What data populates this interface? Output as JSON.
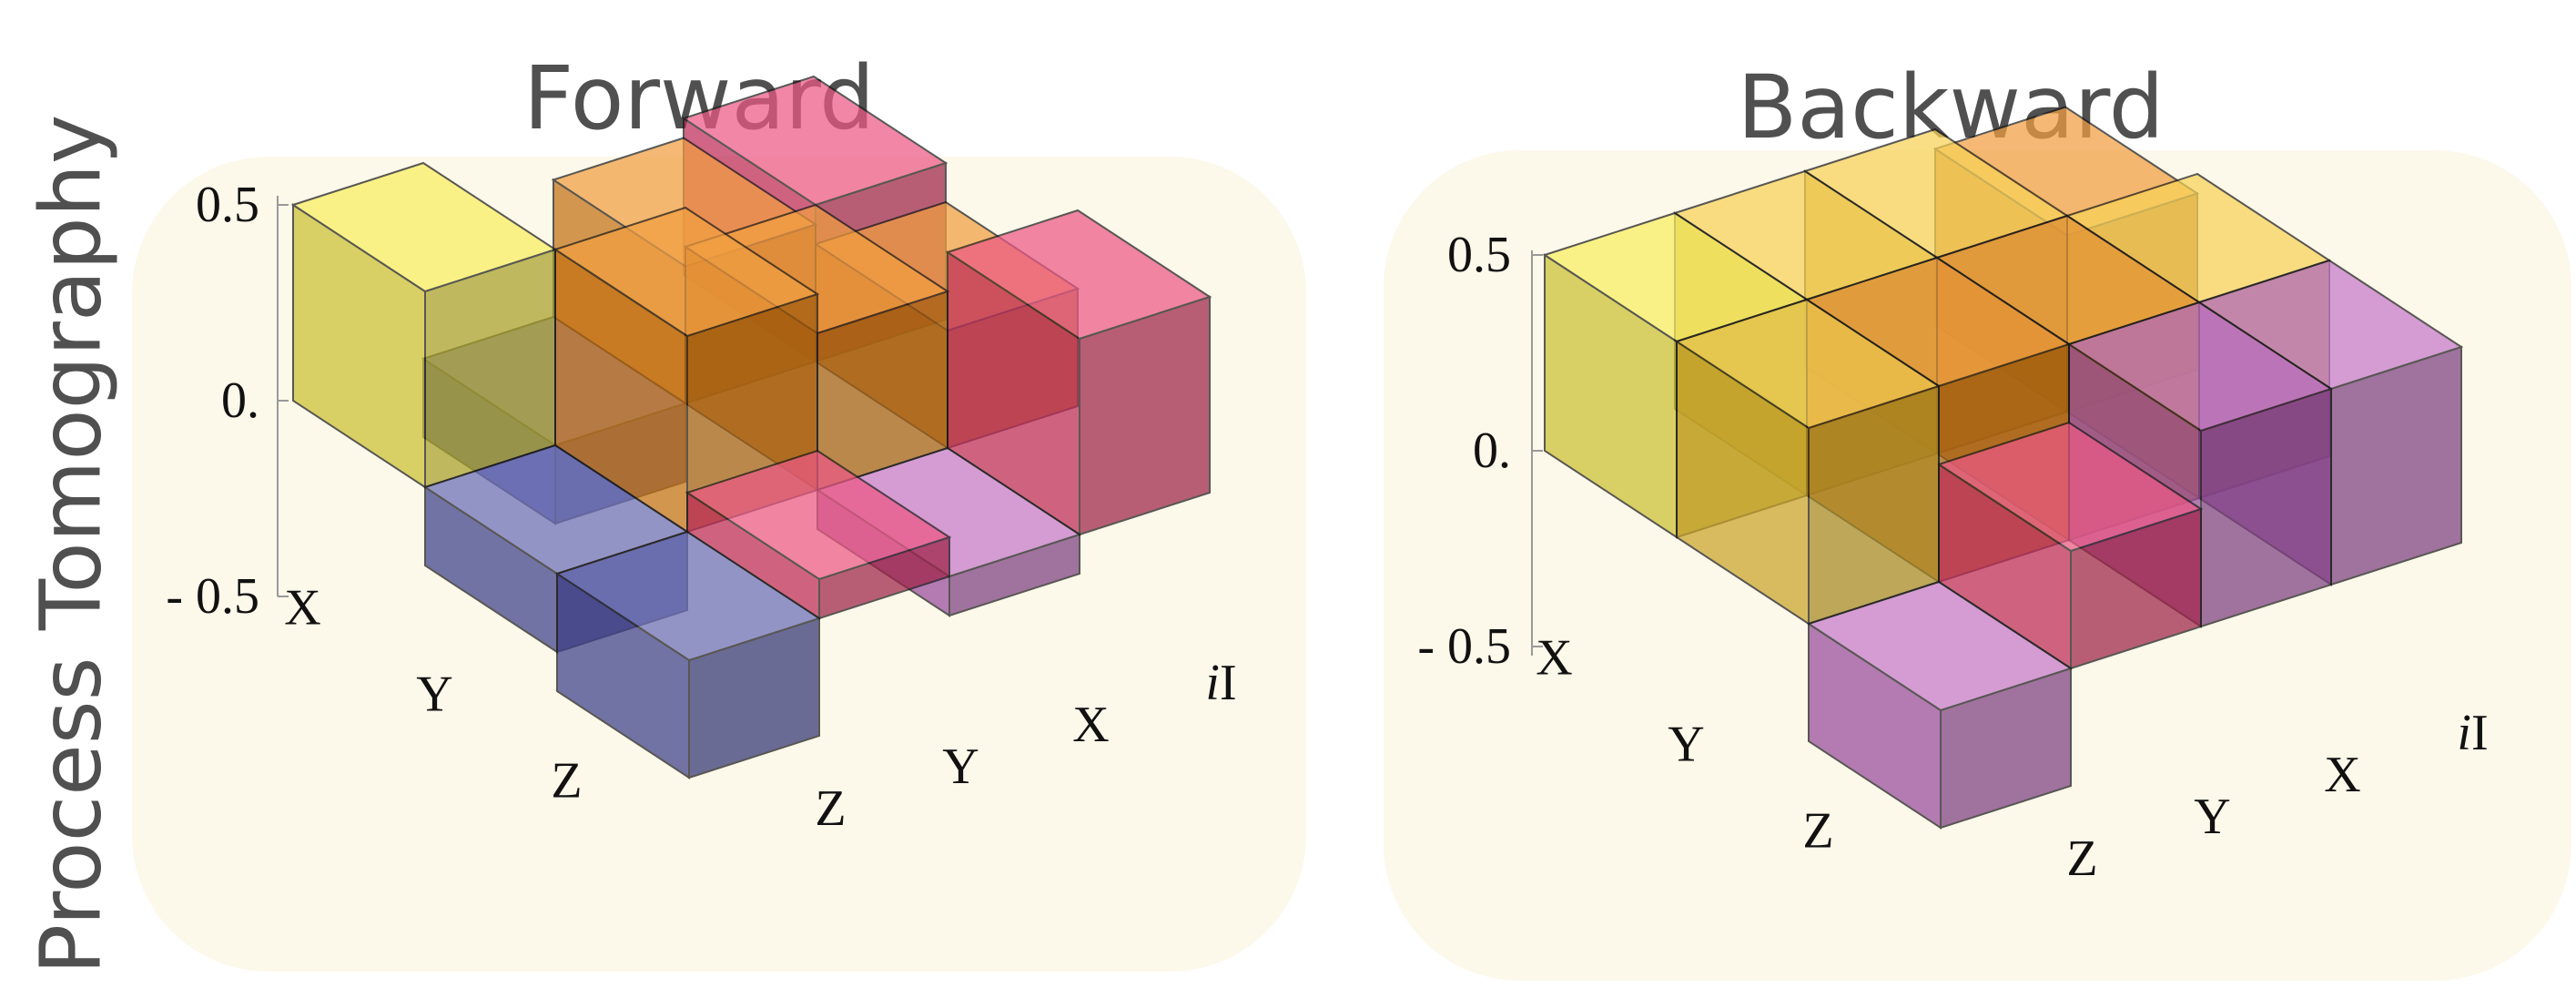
{
  "row_label": "Process Tomography",
  "colors": {
    "panel_background": "#fcf8ea",
    "title_text": "#505050",
    "scale": [
      "#4a4eaa",
      "#b95dbf",
      "#e8336a",
      "#ef8a17",
      "#f6c832",
      "#f7ec3c"
    ]
  },
  "chart_data": [
    {
      "type": "bar3d",
      "title": "Forward",
      "zlim": [
        -0.5,
        0.5
      ],
      "z_ticks": [
        "0.5",
        "0.",
        "- 0.5"
      ],
      "z_tick_values": [
        0.5,
        0,
        -0.5
      ],
      "rows": [
        "X",
        "Y",
        "Z"
      ],
      "cols": [
        "Z",
        "Y",
        "X",
        "iI"
      ],
      "values": [
        [
          0.5,
          -0.2,
          0.35,
          0.4
        ],
        [
          -0.2,
          0.5,
          0.4,
          0.3
        ],
        [
          -0.3,
          0.1,
          -0.1,
          0.5
        ]
      ],
      "colors": [
        [
          "#f7ec3c",
          "#4a4eaa",
          "#ef8a17",
          "#e8336a"
        ],
        [
          "#4a4eaa",
          "#ef8a17",
          "#ef8a17",
          "#ef8a17"
        ],
        [
          "#4a4eaa",
          "#e8336a",
          "#b95dbf",
          "#e8336a"
        ]
      ]
    },
    {
      "type": "bar3d",
      "title": "Backward",
      "zlim": [
        -0.5,
        0.5
      ],
      "z_ticks": [
        "0.5",
        "0.",
        "- 0.5"
      ],
      "z_tick_values": [
        0.5,
        0,
        -0.5
      ],
      "rows": [
        "X",
        "Y",
        "Z"
      ],
      "cols": [
        "Z",
        "Y",
        "X",
        "iI"
      ],
      "values": [
        [
          0.5,
          0.5,
          0.5,
          0.45
        ],
        [
          0.5,
          0.5,
          0.5,
          0.5
        ],
        [
          -0.3,
          0.3,
          0.5,
          0.5
        ]
      ],
      "colors": [
        [
          "#f7ec3c",
          "#f6c832",
          "#f6c832",
          "#ef8a17"
        ],
        [
          "#f6c832",
          "#ef8a17",
          "#ef8a17",
          "#f6c832"
        ],
        [
          "#b95dbf",
          "#e8336a",
          "#b95dbf",
          "#b95dbf"
        ]
      ]
    }
  ]
}
